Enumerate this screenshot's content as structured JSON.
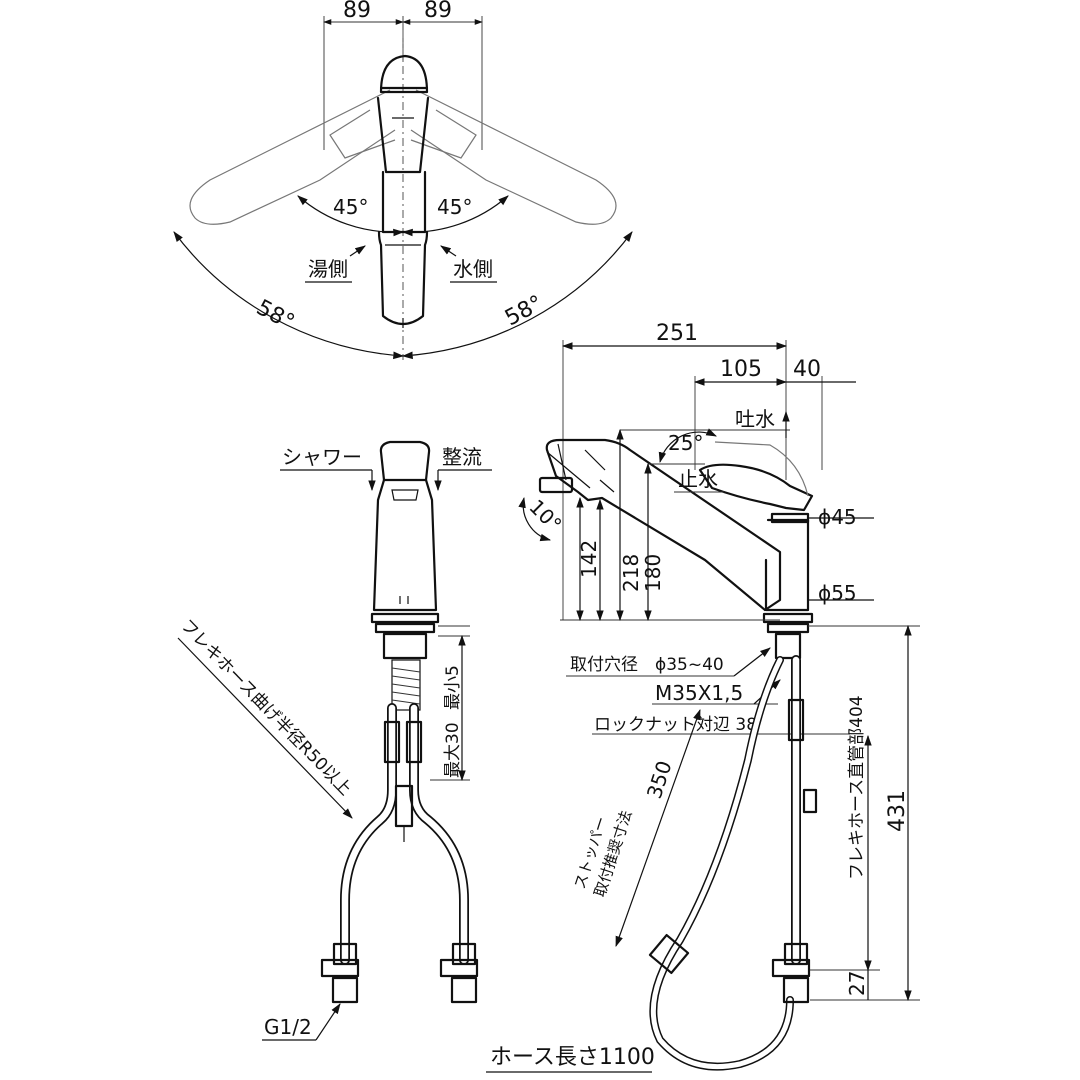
{
  "top_view": {
    "dim_left": "89",
    "dim_right": "89",
    "angle_hot_inner": "45°",
    "angle_cold_inner": "45°",
    "angle_hot_outer": "58°",
    "angle_cold_outer": "58°",
    "hot_side": "湯側",
    "cold_side": "水側"
  },
  "front_view": {
    "shower": "シャワー",
    "straight_flow": "整流",
    "bend_radius": "フレキホース曲げ半径R50以上",
    "max_30": "最大30",
    "min_5": "最小5",
    "thread": "G1/2"
  },
  "side_view": {
    "dim_251": "251",
    "dim_105": "105",
    "dim_40": "40",
    "spout_water": "吐水",
    "stop_water": "止水",
    "angle_25": "25°",
    "angle_10": "10°",
    "phi_45": "ϕ45",
    "phi_55": "ϕ55",
    "dim_142": "142",
    "dim_218": "218",
    "dim_180": "180",
    "mount_hole": "取付穴径　ϕ35~40",
    "thread_m35": "M35X1,5",
    "lock_nut": "ロックナット対辺 38",
    "stopper_line1": "ストッパー",
    "stopper_line2": "取付推奨寸法",
    "dim_350": "350",
    "flex_straight": "フレキホース直管部404",
    "dim_431": "431",
    "dim_27": "27"
  },
  "hose_length": "ホース長さ1100"
}
